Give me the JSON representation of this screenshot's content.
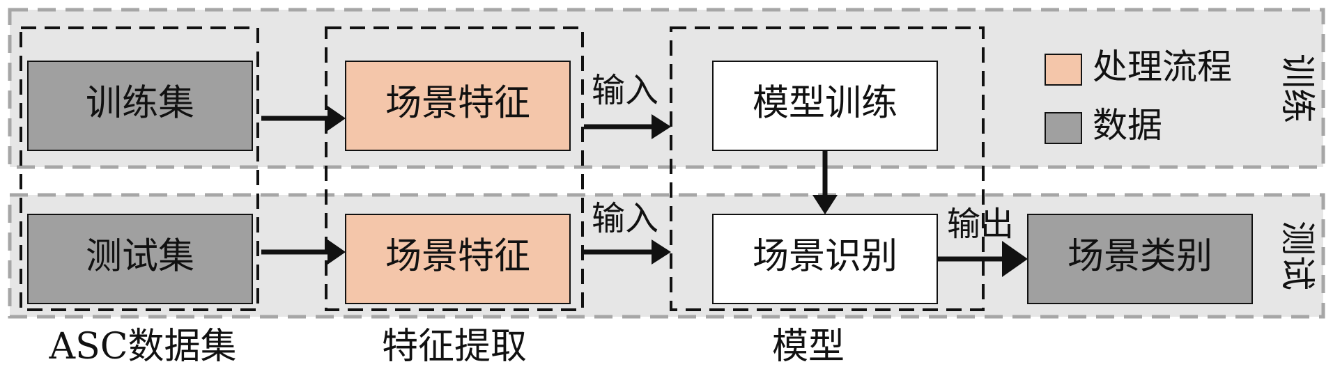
{
  "colors": {
    "lane_fill": "#e6e6e6",
    "lane_border": "#a6a6a6",
    "process_fill": "#f4c6aa",
    "data_fill": "#a0a0a0",
    "plain_fill": "#ffffff",
    "stroke": "#111111"
  },
  "lanes": {
    "train": "训练",
    "test": "测试"
  },
  "boxes": {
    "train_set": "训练集",
    "test_set": "测试集",
    "feature_train": "场景特征",
    "feature_test": "场景特征",
    "model_training": "模型训练",
    "scene_recognition": "场景识别",
    "scene_category": "场景类别"
  },
  "edges": {
    "input_top": "输入",
    "input_bottom": "输入",
    "output": "输出"
  },
  "groups": {
    "asc_dataset": "ASC数据集",
    "feature_extraction": "特征提取",
    "model": "模型"
  },
  "legend": {
    "process": "处理流程",
    "data": "数据"
  }
}
